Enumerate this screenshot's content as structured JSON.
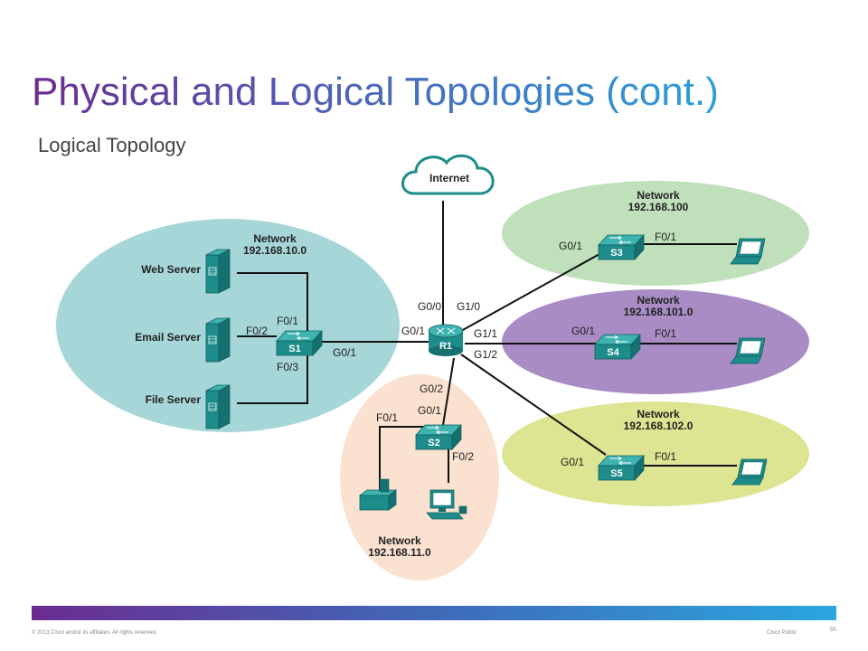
{
  "slide": {
    "title": "Physical and Logical Topologies (cont.)",
    "subtitle": "Logical Topology"
  },
  "diagram": {
    "cloud": "Internet",
    "router": "R1",
    "networks": {
      "n10": [
        "Network",
        "192.168.10.0"
      ],
      "n100": [
        "Network",
        "192.168.100"
      ],
      "n101": [
        "Network",
        "192.168.101.0"
      ],
      "n102": [
        "Network",
        "192.168.102.0"
      ],
      "n11": [
        "Network",
        "192.168.11.0"
      ]
    },
    "servers": {
      "web": "Web Server",
      "email": "Email Server",
      "file": "File Server"
    },
    "switches": {
      "s1": "S1",
      "s2": "S2",
      "s3": "S3",
      "s4": "S4",
      "s5": "S5"
    },
    "ports": {
      "r1_g00": "G0/0",
      "r1_g10": "G1/0",
      "r1_g01": "G0/1",
      "r1_g11": "G1/1",
      "r1_g12": "G1/2",
      "r1_g02": "G0/2",
      "s1_f01": "F0/1",
      "s1_f02": "F0/2",
      "s1_f03": "F0/3",
      "s1_g01": "G0/1",
      "s2_g01": "G0/1",
      "s2_f01": "F0/1",
      "s2_f02": "F0/2",
      "s3_g01": "G0/1",
      "s3_f01": "F0/1",
      "s4_g01": "G0/1",
      "s4_f01": "F0/1",
      "s5_g01": "G0/1",
      "s5_f01": "F0/1"
    },
    "colors": {
      "n10": "#a6d6d7",
      "n100": "#bfe0bb",
      "n101": "#a98cc4",
      "n102": "#dde492",
      "n11": "#fbe1cf",
      "device": "#1e8c8a"
    }
  },
  "footer": {
    "copyright": "© 2013 Cisco and/or its affiliates. All rights reserved.",
    "classification": "Cisco Public",
    "page": "55"
  }
}
